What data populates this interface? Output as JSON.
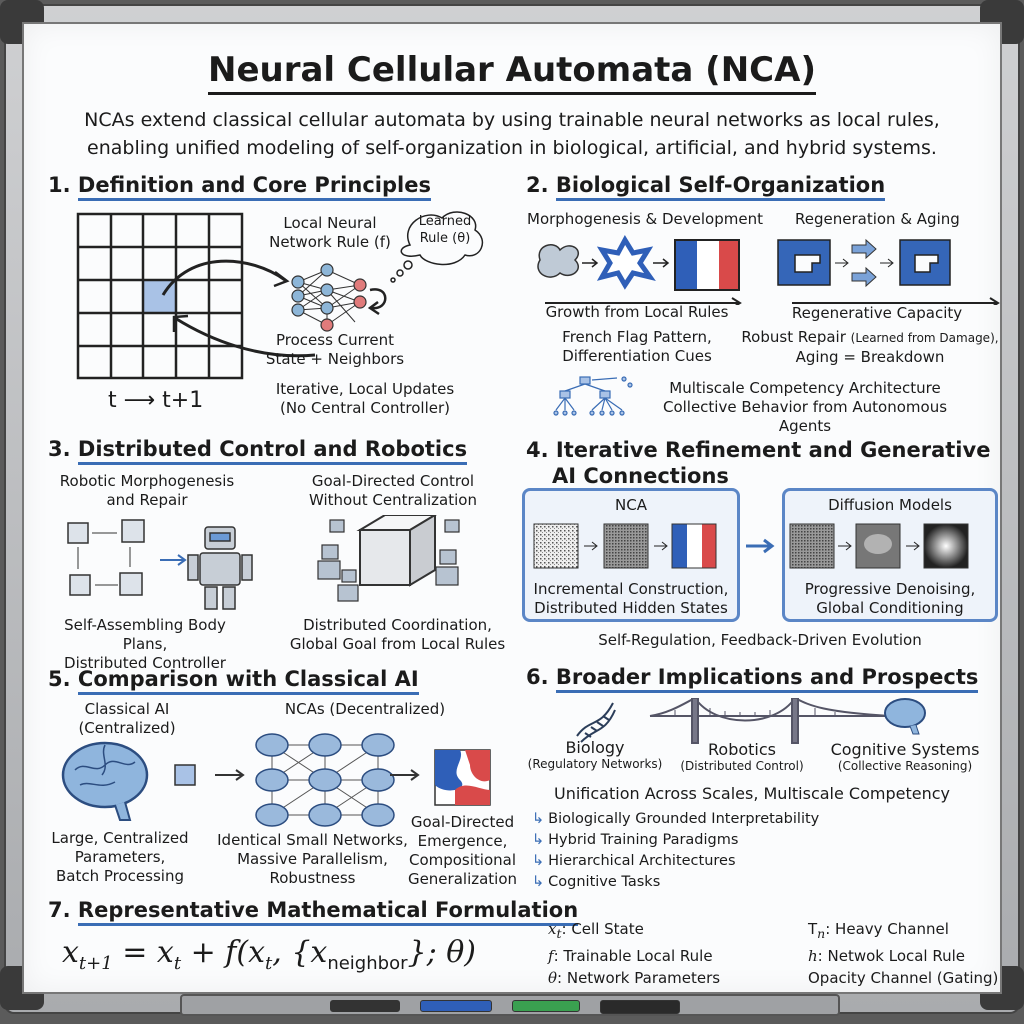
{
  "title": "Neural Cellular Automata (NCA)",
  "subtitle": [
    "NCAs extend classical cellular automata by using trainable neural networks as local rules,",
    "enabling unified modeling of self-organization in biological, artificial, and hybrid systems."
  ],
  "s1": {
    "num": "1.",
    "title": "Definition and Core Principles",
    "rule": [
      "Local Neural",
      "Network Rule (f)"
    ],
    "cloud": [
      "Learned",
      "Rule (θ)"
    ],
    "process": [
      "Process Current",
      "State + Neighbors"
    ],
    "t0": "t",
    "t1": "t+1",
    "iter": [
      "Iterative, Local Updates",
      "(No Central Controller)"
    ]
  },
  "s2": {
    "num": "2.",
    "title": "Biological Self-Organization",
    "morph": "Morphogenesis & Development",
    "regen": "Regeneration & Aging",
    "growth": "Growth from Local Rules",
    "capacity": "Regenerative Capacity",
    "flag": [
      "French Flag Pattern,",
      "Differentiation Cues"
    ],
    "repair": "Robust Repair",
    "repair_small": "(Learned from Damage),",
    "aging": "Aging = Breakdown",
    "multi": [
      "Multiscale Competency Architecture",
      "Collective Behavior from Autonomous Agents"
    ]
  },
  "s3": {
    "num": "3.",
    "title": "Distributed Control and Robotics",
    "left": [
      "Robotic Morphogenesis",
      "and Repair"
    ],
    "right": [
      "Goal-Directed Control",
      "Without Centralization"
    ],
    "left_cap": [
      "Self-Assembling Body Plans,",
      "Distributed Controller"
    ],
    "right_cap": [
      "Distributed Coordination,",
      "Global Goal from Local Rules"
    ]
  },
  "s4": {
    "num": "4.",
    "title": [
      "Iterative Refinement and Generative",
      "AI Connections"
    ],
    "nca": "NCA",
    "nca_cap": [
      "Incremental Construction,",
      "Distributed Hidden States"
    ],
    "diff": "Diffusion Models",
    "diff_cap": [
      "Progressive Denoising,",
      "Global Conditioning"
    ],
    "caption": "Self-Regulation, Feedback-Driven Evolution"
  },
  "s5": {
    "num": "5.",
    "title": "Comparison with Classical AI",
    "classical": [
      "Classical AI",
      "(Centralized)"
    ],
    "ncas": "NCAs (Decentralized)",
    "c1": [
      "Large, Centralized",
      "Parameters,",
      "Batch Processing"
    ],
    "c2": [
      "Identical Small Networks,",
      "Massive Parallelism,",
      "Robustness"
    ],
    "c3": [
      "Goal-Directed",
      "Emergence,",
      "Compositional",
      "Generalization"
    ]
  },
  "s6": {
    "num": "6.",
    "title": "Broader Implications and Prospects",
    "bio": "Biology",
    "bio_sub": "(Regulatory Networks)",
    "rob": "Robotics",
    "rob_sub": "(Distributed Control)",
    "cog": "Cognitive Systems",
    "cog_sub": "(Collective Reasoning)",
    "unif": "Unification Across Scales, Multiscale Competency",
    "bullets": [
      "Biologically Grounded Interpretability",
      "Hybrid Training Paradigms",
      "Hierarchical Architectures",
      "Cognitive Tasks"
    ]
  },
  "s7": {
    "num": "7.",
    "title": "Representative Mathematical Formulation",
    "formula_lhs": "x",
    "formula_lhs_sub": "t+1",
    "formula_eq": " = x",
    "formula_t": "t",
    "formula_plus": " + f(x",
    "formula_t2": "t",
    "formula_mid": ", {x",
    "formula_nb": "neighbor",
    "formula_end": "}; θ)"
  },
  "legend": [
    {
      "sym": "x",
      "sub": "t",
      "text": ": Cell State"
    },
    {
      "sym": "f",
      "sub": "",
      "text": ": Trainable Local Rule"
    },
    {
      "sym": "θ",
      "sub": "",
      "text": ": Network Parameters"
    },
    {
      "sym": "T",
      "sub": "n",
      "text": ": Heavy Channel"
    },
    {
      "sym": "h",
      "sub": "",
      "text": ": Netwok Local Rule"
    },
    {
      "sym": "",
      "sub": "",
      "text": "Opacity Channel (Gating)"
    }
  ],
  "colors": {
    "accent": "#3a6db5",
    "red": "#d94a4a",
    "blue": "#2f5fb8"
  }
}
